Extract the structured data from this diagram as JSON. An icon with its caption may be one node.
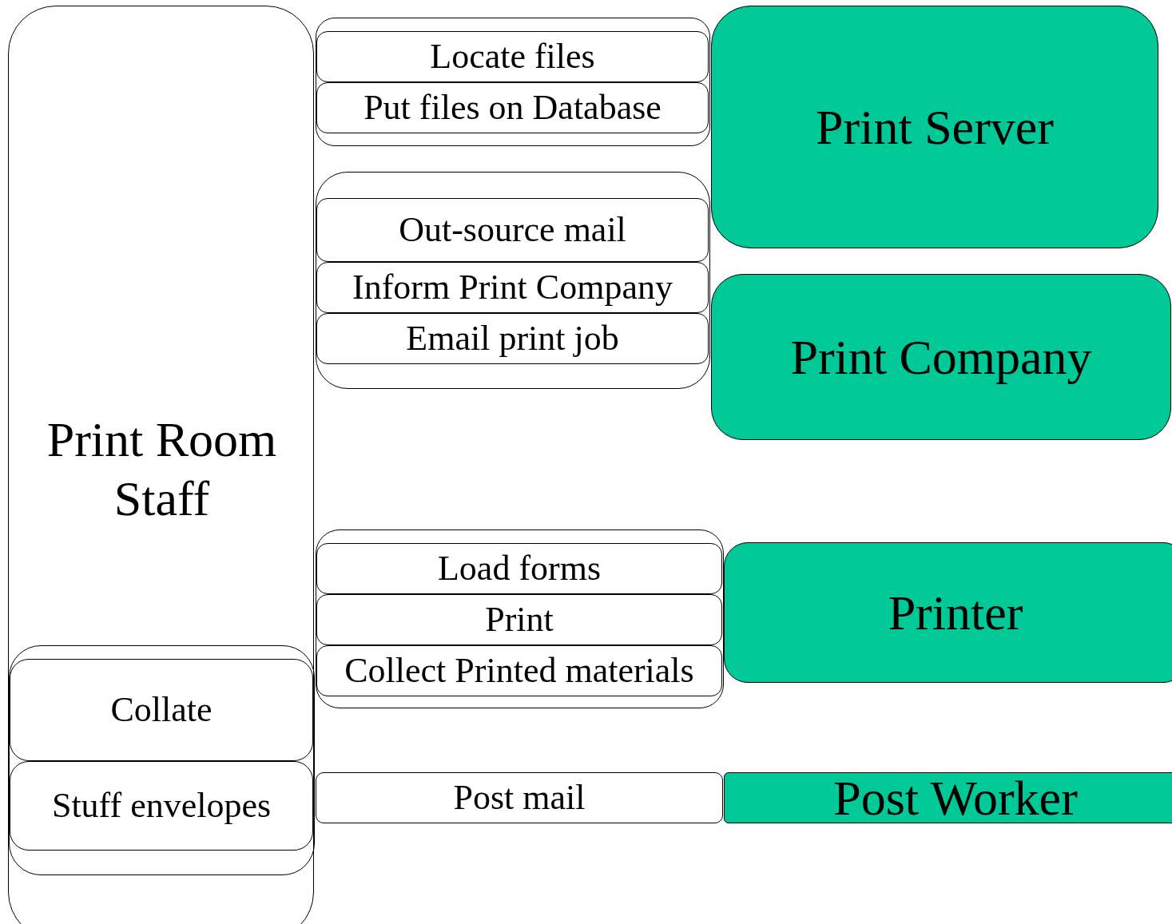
{
  "diagram": {
    "nodes": [
      {
        "text": [
          "Print Room Staff"
        ]
      },
      {
        "text": [],
        "shape": "box",
        "in": 0
      },
      {
        "text": [
          "Collate"
        ],
        "in": 1
      },
      {
        "text": [
          "Stuff envelopes"
        ],
        "in": 1
      },
      {
        "text": [],
        "shape": "box"
      },
      {
        "text": [
          "Locate files"
        ],
        "in": 4
      },
      {
        "text": [
          "Put files on Database"
        ],
        "in": 4
      },
      {
        "text": [
          "Print Server"
        ]
      },
      {
        "text": [],
        "shape": "box"
      },
      {
        "text": [
          "Out-source mail"
        ],
        "in": 8
      },
      {
        "text": [
          "Inform Print Company"
        ],
        "in": 8
      },
      {
        "text": [
          "Email print job"
        ],
        "in": 8
      },
      {
        "text": [
          "Print Company"
        ]
      },
      {
        "text": [],
        "shape": "box"
      },
      {
        "text": [
          "Load forms"
        ],
        "in": 13
      },
      {
        "text": [
          "Print"
        ],
        "in": 13
      },
      {
        "text": [
          "Collect Printed materials"
        ],
        "in": 13
      },
      {
        "text": [
          "Printer"
        ]
      },
      {
        "text": [
          "Post mail"
        ]
      },
      {
        "text": [
          "Post Worker"
        ]
      }
    ],
    "edges": []
  }
}
